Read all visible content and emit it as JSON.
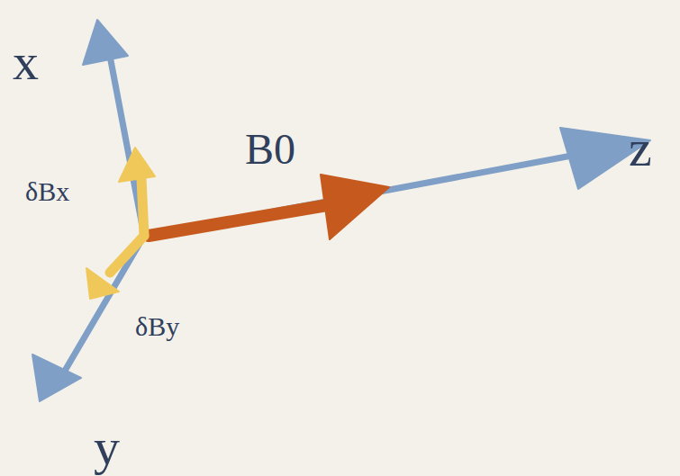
{
  "diagram": {
    "labels": [
      "x",
      "B0",
      "z",
      "δBx",
      "δBy",
      "y"
    ]
  }
}
